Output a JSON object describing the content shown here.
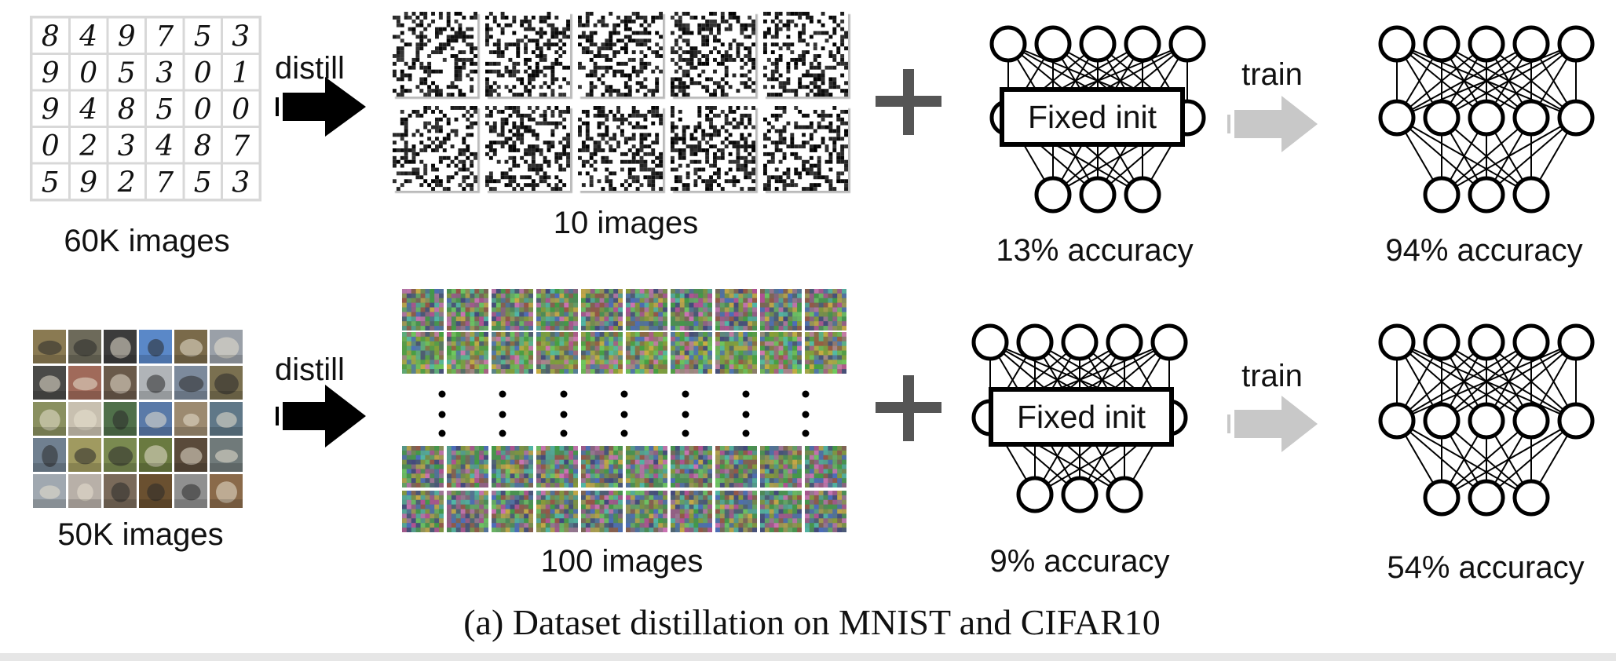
{
  "rows": [
    {
      "id": "mnist",
      "source_label": "60K images",
      "source_digits": [
        [
          "8",
          "4",
          "9",
          "7",
          "5",
          "3"
        ],
        [
          "9",
          "0",
          "5",
          "3",
          "0",
          "1"
        ],
        [
          "9",
          "4",
          "8",
          "5",
          "0",
          "0"
        ],
        [
          "0",
          "2",
          "3",
          "4",
          "8",
          "7"
        ],
        [
          "5",
          "9",
          "2",
          "7",
          "5",
          "3"
        ]
      ],
      "distill_label": "distill",
      "distilled_label": "10 images",
      "init_label": "Fixed init",
      "init_accuracy": "13% accuracy",
      "train_label": "train",
      "trained_accuracy": "94% accuracy"
    },
    {
      "id": "cifar10",
      "source_label": "50K images",
      "distill_label": "distill",
      "distilled_label": "100 images",
      "init_label": "Fixed init",
      "init_accuracy": "9% accuracy",
      "train_label": "train",
      "trained_accuracy": "54% accuracy"
    }
  ],
  "caption": "(a) Dataset distillation on MNIST and CIFAR10",
  "colors": {
    "text": "#111111",
    "distill_arrow": "#000000",
    "plus": "#555555",
    "train_arrow": "#c8c8c8",
    "network_stroke": "#000000"
  }
}
